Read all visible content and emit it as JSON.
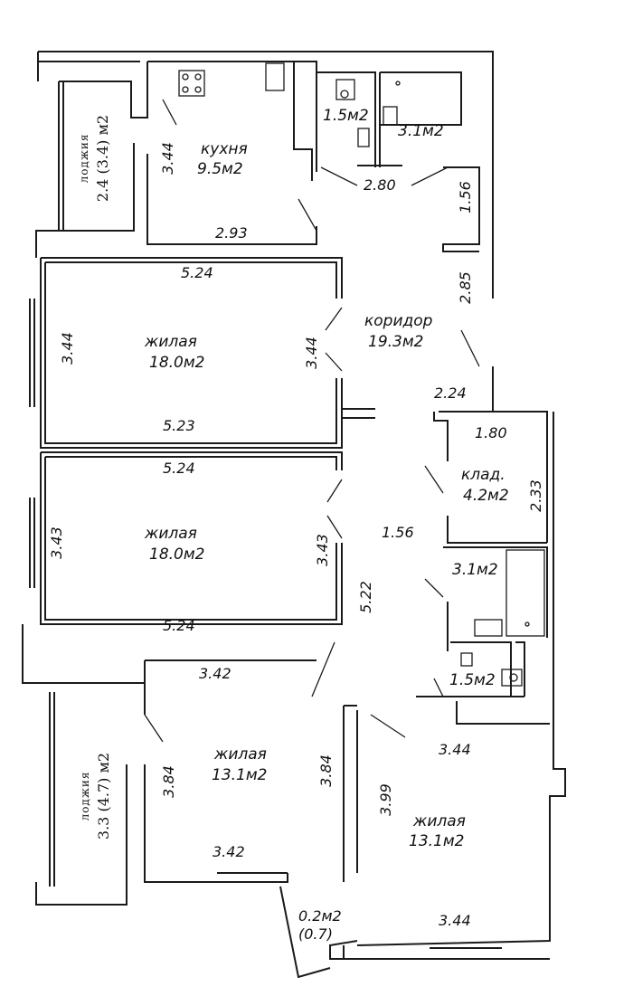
{
  "rooms": {
    "loggia_top": {
      "name": "лоджия",
      "area": "2.4 (3.4) м2"
    },
    "kitchen": {
      "name": "кухня",
      "area": "9.5м2"
    },
    "wc_top": {
      "area": "1.5м2"
    },
    "bath_top": {
      "area": "3.1м2"
    },
    "corridor": {
      "name": "коридор",
      "area": "19.3м2"
    },
    "living1": {
      "name": "жилая",
      "area": "18.0м2"
    },
    "living2": {
      "name": "жилая",
      "area": "18.0м2"
    },
    "storage": {
      "name": "клад.",
      "area": "4.2м2"
    },
    "bath_bottom": {
      "area": "3.1м2"
    },
    "wc_bottom": {
      "area": "1.5м2"
    },
    "loggia_bottom": {
      "name": "лоджия",
      "area": "3.3 (4.7) м2"
    },
    "living3": {
      "name": "жилая",
      "area": "13.1м2"
    },
    "living4": {
      "name": "жилая",
      "area": "13.1м2"
    },
    "balcony": {
      "area": "0.2м2",
      "area2": "(0.7)"
    }
  },
  "dims": {
    "kitchen_h": "3.44",
    "kitchen_w": "2.93",
    "corr_280": "2.80",
    "corr_156a": "1.56",
    "corr_285": "2.85",
    "corr_224": "2.24",
    "l1_top": "5.24",
    "l1_bottom": "5.23",
    "l1_left": "3.44",
    "l1_right": "3.44",
    "l2_top": "5.24",
    "l2_bottom": "5.24",
    "l2_left": "3.43",
    "l2_right": "3.43",
    "st_w": "1.80",
    "st_h": "2.33",
    "corr_156b": "1.56",
    "corr_522": "5.22",
    "l3_top": "3.42",
    "l3_bottom": "3.42",
    "l3_left": "3.84",
    "l3_right": "3.84",
    "l4_top": "3.44",
    "l4_bottom": "3.44",
    "l4_left": "3.99"
  }
}
